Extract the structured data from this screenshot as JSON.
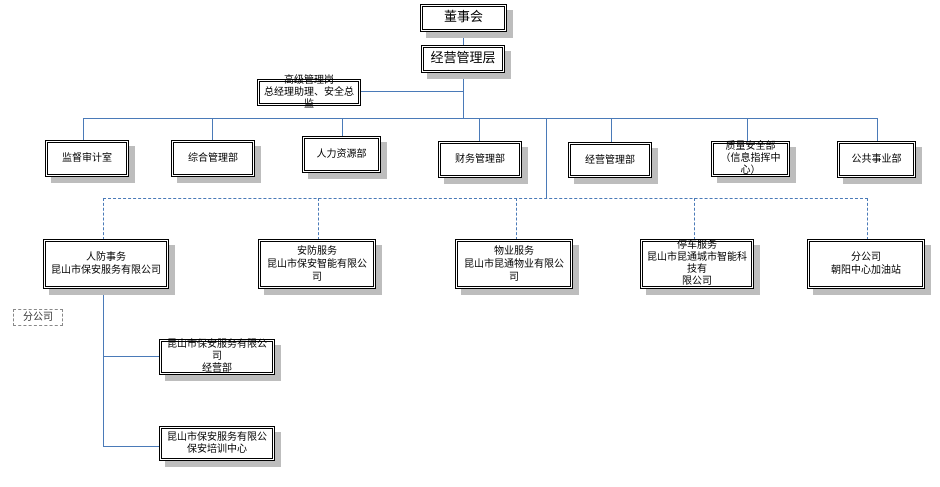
{
  "board": "董事会",
  "management": "经营管理层",
  "senior": {
    "line1": "高级管理岗",
    "line2": "总经理助理、安全总监"
  },
  "departments": [
    {
      "line1": "监督审计室"
    },
    {
      "line1": "综合管理部"
    },
    {
      "line1": "人力资源部"
    },
    {
      "line1": "财务管理部"
    },
    {
      "line1": "经营管理部"
    },
    {
      "line1": "质量安全部",
      "line2": "（信息指挥中心）"
    },
    {
      "line1": "公共事业部"
    }
  ],
  "subsidiaries": [
    {
      "line1": "人防事务",
      "line2": "昆山市保安服务有限公司"
    },
    {
      "line1": "安防服务",
      "line2": "昆山市保安智能有限公司"
    },
    {
      "line1": "物业服务",
      "line2": "昆山市昆通物业有限公司"
    },
    {
      "line1": "停车服务",
      "line2": "昆山市昆通城市智能科技有",
      "line3": "限公司"
    },
    {
      "line1": "分公司",
      "line2": "朝阳中心加油站"
    }
  ],
  "branches": [
    {
      "line1": "昆山市保安服务有限公司",
      "line2": "经营部"
    },
    {
      "line1": "昆山市保安服务有限公",
      "line2": "保安培训中心"
    }
  ],
  "legend": "分公司",
  "colors": {
    "connector": "#4a7ab8",
    "shadow": "#bdbdbd",
    "border": "#000000"
  }
}
